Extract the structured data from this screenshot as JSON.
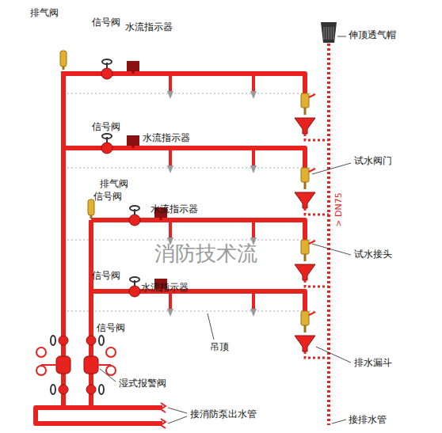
{
  "diagram": {
    "labels": [
      "排气阀",
      "信号阀",
      "水流指示器",
      "伸顶透气帽",
      "信号阀",
      "水流指示器",
      "试水阀门",
      "排气阀",
      "信号阀",
      "水流指示器",
      "消防技术流",
      "> DN75",
      "试水接头",
      "信号阀",
      "水流指示器",
      "吊顶",
      "信号阀",
      "湿式报警阀",
      "排水漏斗",
      "接消防泵出水管",
      "接排水管"
    ]
  }
}
